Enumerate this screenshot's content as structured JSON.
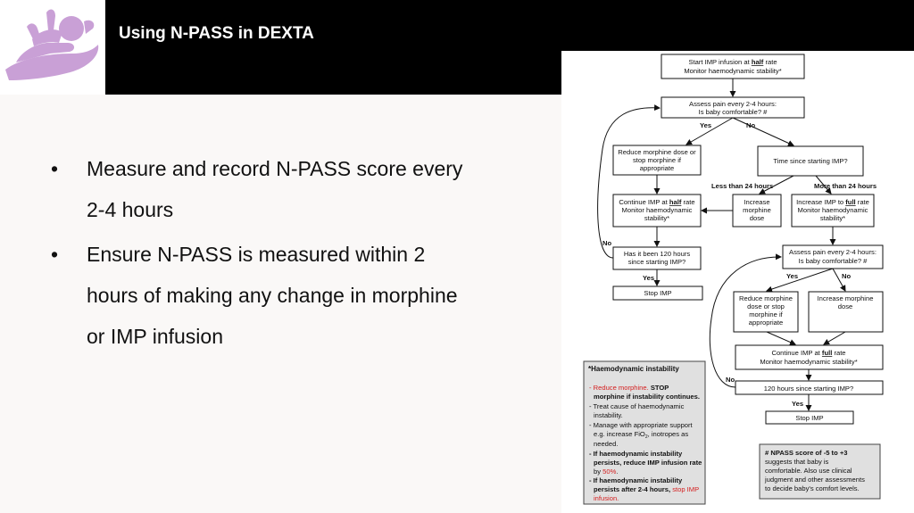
{
  "slide": {
    "title": "Using N-PASS in DEXTA",
    "bullets": [
      {
        "line1": "Measure and record N-PASS score every",
        "line2": "2-4 hours"
      },
      {
        "line1": "Ensure N-PASS is measured within 2",
        "line2": "hours of making any change in morphine",
        "line3": "or IMP infusion"
      }
    ],
    "bullet_symbol": "•",
    "logo_icon": "baby-in-hands-icon",
    "accent_color": "#c9a0d6"
  },
  "flowchart": {
    "start1": "Start IMP infusion at",
    "start_half": "half",
    "start_rate": "rate",
    "start2": "Monitor haemodynamic stability*",
    "assess1_l1": "Assess pain every 2-4 hours:",
    "assess1_l2": "Is baby comfortable? #",
    "yes": "Yes",
    "no": "No",
    "reduce1_l1": "Reduce morphine dose or",
    "reduce1_l2": "stop morphine if",
    "reduce1_l3": "appropriate",
    "time_since": "Time since starting IMP?",
    "less24": "Less than 24 hours",
    "more24": "More than 24 hours",
    "cont_half_l1a": "Continue IMP at",
    "cont_half_l1b": "half",
    "cont_half_l1c": "rate",
    "cont_half_l2": "Monitor haemodynamic",
    "cont_half_l3": "stability*",
    "incr_morph1_l1": "Increase",
    "incr_morph1_l2": "morphine",
    "incr_morph1_l3": "dose",
    "incr_full_l1a": "Increase IMP to",
    "incr_full_l1b": "full",
    "incr_full_l1c": "rate",
    "incr_full_l2": "Monitor haemodynamic",
    "incr_full_l3": "stability*",
    "been120_l1": "Has it been 120 hours",
    "been120_l2": "since starting IMP?",
    "stop1": "Stop IMP",
    "assess2_l1": "Assess pain every 2-4 hours:",
    "assess2_l2": "Is baby comfortable? #",
    "reduce2_l1": "Reduce morphine",
    "reduce2_l2": "dose or stop",
    "reduce2_l3": "morphine if",
    "reduce2_l4": "appropriate",
    "incr_morph2_l1": "Increase morphine",
    "incr_morph2_l2": "dose",
    "cont_full_l1a": "Continue IMP at",
    "cont_full_l1b": "full",
    "cont_full_l1c": "rate",
    "cont_full_l2": "Monitor haemodynamic stability*",
    "h120": "120 hours since starting IMP?",
    "stop2": "Stop IMP",
    "haemo": {
      "title": "*Haemodynamic instability",
      "b1_red": "- Reduce morphine.",
      "b1_bold": " STOP",
      "b1_l2": "morphine if instability continues.",
      "b2_l1": "- Treat cause of haemodynamic",
      "b2_l2": "instability.",
      "b3_l1": "- Manage with appropriate support",
      "b3_l2": "e.g. increase FiO",
      "b3_sub": "2",
      "b3_l2b": ", inotropes as",
      "b3_l3": "needed.",
      "b4_l1": "- If haemodynamic instability",
      "b4_l2": "persists, reduce IMP infusion rate",
      "b4_l3a": "by",
      "b4_l3b": "50%",
      "b4_l3c": ".",
      "b5_l1": "- If haemodynamic instability",
      "b5_l2a": "persists after 2-4 hours,",
      "b5_l2b": "stop IMP",
      "b5_l3": "infusion."
    },
    "npass": {
      "l1": "# NPASS score of -5 to +3",
      "l2": "suggests that baby is",
      "l3": "comfortable. Also use clinical",
      "l4": "judgment and other assessments",
      "l5": "to decide baby's comfort levels."
    }
  }
}
